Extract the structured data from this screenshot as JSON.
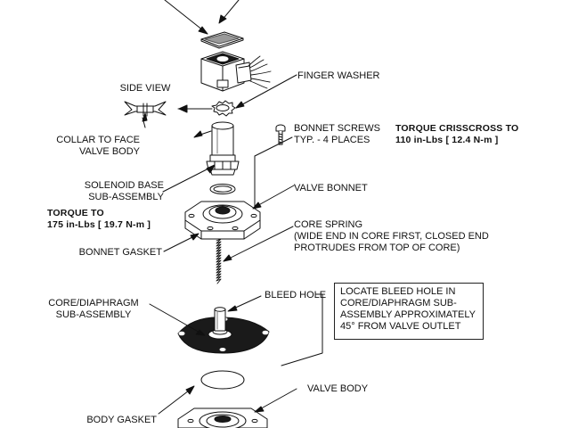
{
  "labels": {
    "finger_washer": "FINGER WASHER",
    "side_view": "SIDE VIEW",
    "collar": "COLLAR TO FACE\nVALVE BODY",
    "bonnet_screws": "BONNET SCREWS\nTYP. - 4 PLACES",
    "torque_crisscross": "TORQUE CRISSCROSS TO\n110 in-Lbs  [ 12.4 N-m ]",
    "solenoid_base": "SOLENOID BASE\nSUB-ASSEMBLY",
    "valve_bonnet": "VALVE BONNET",
    "torque_to": "TORQUE TO\n175 in-Lbs  [ 19.7 N-m ]",
    "core_spring": "CORE SPRING\n(WIDE END IN CORE FIRST, CLOSED END\nPROTRUDES FROM TOP OF CORE)",
    "bonnet_gasket": "BONNET GASKET",
    "core_diaphragm": "CORE/DIAPHRAGM\nSUB-ASSEMBLY",
    "bleed_hole": "BLEED HOLE",
    "bleed_note": "LOCATE BLEED HOLE IN\nCORE/DIAPHRAGM SUB-\nASSEMBLY APPROXIMATELY\n45° FROM VALVE OUTLET",
    "valve_body": "VALVE BODY",
    "body_gasket": "BODY GASKET"
  }
}
